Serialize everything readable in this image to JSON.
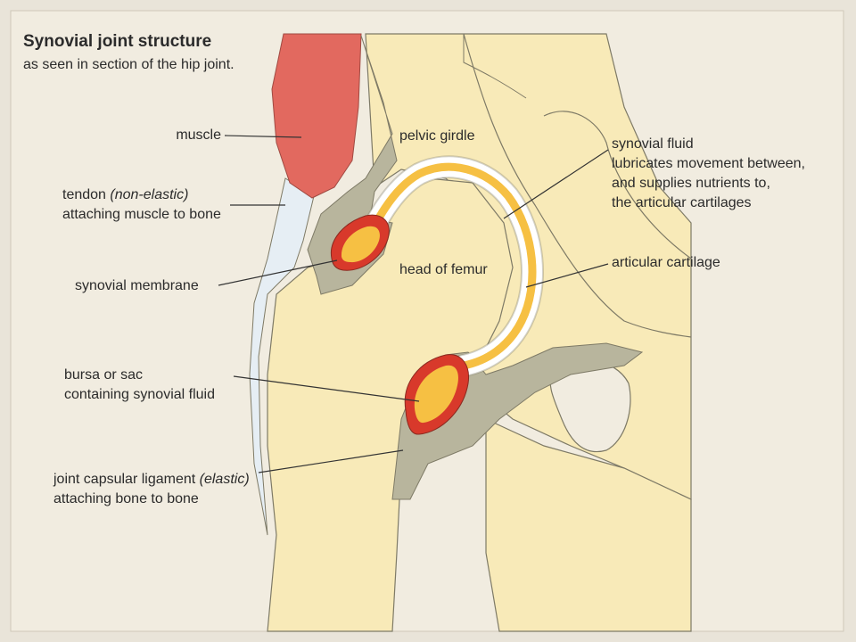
{
  "title": "Synovial joint structure",
  "subtitle": "as seen in section of the hip joint.",
  "labels": {
    "muscle": "muscle",
    "tendon_line1_a": "tendon ",
    "tendon_line1_b": "(non-elastic)",
    "tendon_line2": "attaching muscle to bone",
    "synovial_membrane": "synovial membrane",
    "bursa_line1": "bursa or sac",
    "bursa_line2": "containing synovial fluid",
    "ligament_line1_a": "joint capsular ligament ",
    "ligament_line1_b": "(elastic)",
    "ligament_line2": "attaching bone to bone",
    "pelvic_girdle": "pelvic girdle",
    "head_of_femur": "head of femur",
    "fluid_line1": "synovial fluid",
    "fluid_line2": "lubricates movement between,",
    "fluid_line3": "and supplies nutrients to,",
    "fluid_line4": "the articular cartilages",
    "articular_cartilage": "articular cartilage"
  },
  "colors": {
    "paper": "#f1ece0",
    "bone": "#f8eab8",
    "muscle": "#e2695f",
    "tendon": "#e6eef4",
    "ligament": "#b8b59d",
    "synovial_fluid": "#f6c043",
    "membrane": "#d8392b",
    "cartilage": "#ffffff",
    "leader": "#333333"
  }
}
